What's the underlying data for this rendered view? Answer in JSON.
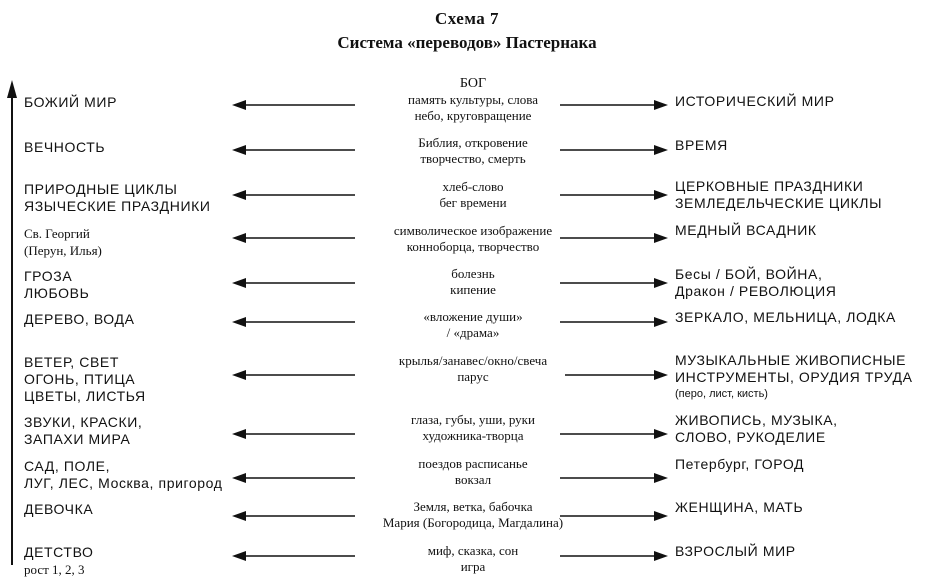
{
  "header": {
    "scheme_no": "Схема 7",
    "title": "Система «переводов» Пастернака"
  },
  "rows": [
    {
      "left": [
        "БОЖИЙ МИР"
      ],
      "center": [
        "БОГ",
        "память культуры, слова",
        "небо, круговращение"
      ],
      "right": [
        "ИСТОРИЧЕСКИЙ МИР"
      ]
    },
    {
      "left": [
        "ВЕЧНОСТЬ"
      ],
      "center": [
        "Библия, откровение",
        "творчество, смерть"
      ],
      "right": [
        "ВРЕМЯ"
      ]
    },
    {
      "left": [
        "ПРИРОДНЫЕ ЦИКЛЫ",
        "ЯЗЫЧЕСКИЕ ПРАЗДНИКИ"
      ],
      "center": [
        "хлеб-слово",
        "бег времени"
      ],
      "right": [
        "ЦЕРКОВНЫЕ ПРАЗДНИКИ",
        "ЗЕМЛЕДЕЛЬЧЕСКИЕ ЦИКЛЫ"
      ]
    },
    {
      "left": [
        "Св. Георгий",
        "(Перун, Илья)"
      ],
      "center": [
        "символическое изображение",
        "конноборца, творчество"
      ],
      "right": [
        "МЕДНЫЙ ВСАДНИК"
      ]
    },
    {
      "left": [
        "ГРОЗА",
        "ЛЮБОВЬ"
      ],
      "center": [
        "болезнь",
        "кипение"
      ],
      "right": [
        "Бесы / БОЙ, ВОЙНА,",
        "Дракон / РЕВОЛЮЦИЯ"
      ]
    },
    {
      "left": [
        "ДЕРЕВО, ВОДА"
      ],
      "center": [
        "«вложение души»",
        "/ «драма»"
      ],
      "right": [
        "ЗЕРКАЛО, МЕЛЬНИЦА, ЛОДКА"
      ]
    },
    {
      "left": [
        "ВЕТЕР, СВЕТ",
        "ОГОНЬ, ПТИЦА",
        "ЦВЕТЫ, ЛИСТЬЯ"
      ],
      "center": [
        "крылья/занавес/окно/свеча",
        "парус"
      ],
      "right": [
        "МУЗЫКАЛЬНЫЕ ЖИВОПИСНЫЕ",
        "ИНСТРУМЕНТЫ, ОРУДИЯ ТРУДА",
        "(перо, лист, кисть)"
      ]
    },
    {
      "left": [
        "ЗВУКИ, КРАСКИ,",
        "ЗАПАХИ МИРА"
      ],
      "center": [
        "глаза, губы, уши, руки",
        "художника-творца"
      ],
      "right": [
        "ЖИВОПИСЬ, МУЗЫКА,",
        "СЛОВО, РУКОДЕЛИЕ"
      ]
    },
    {
      "left": [
        "САД, ПОЛЕ,",
        "ЛУГ, ЛЕС, Москва, пригород"
      ],
      "center": [
        "поездов расписанье",
        "вокзал"
      ],
      "right": [
        "Петербург, ГОРОД"
      ]
    },
    {
      "left": [
        "ДЕВОЧКА"
      ],
      "center": [
        "Земля, ветка, бабочка",
        "Мария (Богородица, Магдалина)"
      ],
      "right": [
        "ЖЕНЩИНА, МАТЬ"
      ]
    },
    {
      "left": [
        "ДЕТСТВО",
        "рост 1, 2, 3"
      ],
      "center": [
        "миф, сказка, сон",
        "игра"
      ],
      "right": [
        "ВЗРОСЛЫЙ МИР"
      ]
    }
  ]
}
